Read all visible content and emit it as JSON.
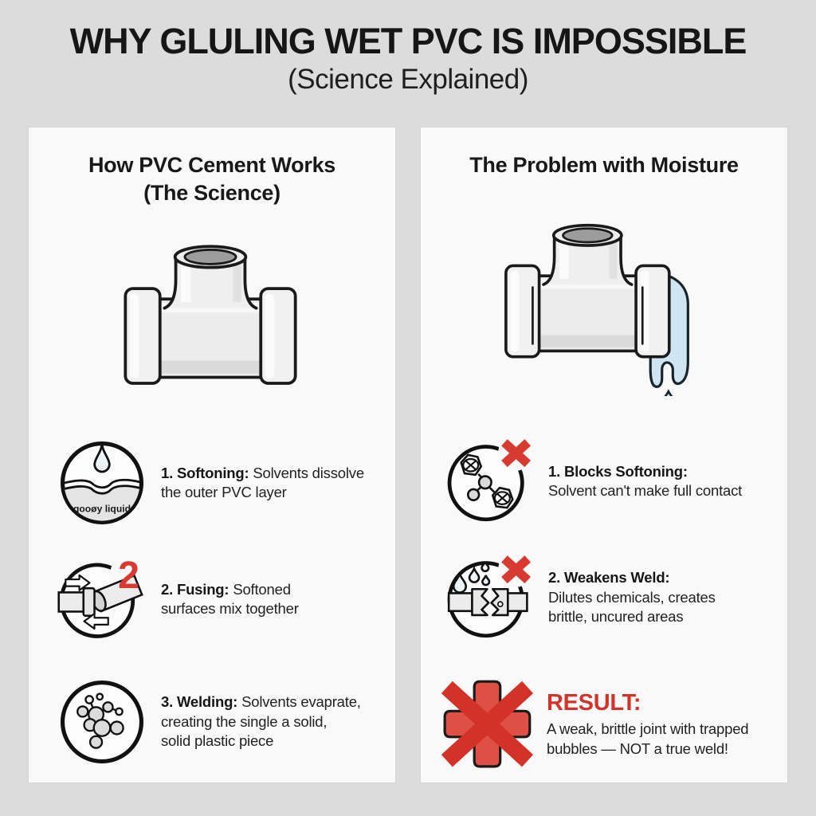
{
  "page": {
    "title": "WHY GLULING WET PVC IS IMPOSSIBLE",
    "subtitle": "(Science Explained)"
  },
  "colors": {
    "background": "#dcdcdc",
    "panel": "#f9f9f9",
    "ink": "#1a1a1a",
    "accent_red": "#d63a31",
    "water_blue": "#cfe6f2",
    "pipe_gray": "#ececec"
  },
  "left": {
    "heading_line1": "How PVC Cement Works",
    "heading_line2": "(The Science)",
    "illustration": "pvc-tee-fitting",
    "items": [
      {
        "icon": "glue-drop-icon",
        "icon_caption": "gooøy liquid",
        "label": "1. Softoning:",
        "line1": "Solvents dissolve",
        "line2": "the outer PVC layer"
      },
      {
        "icon": "pipes-fusing-icon",
        "badge": "2",
        "label": "2. Fusing:",
        "line1": "Softoned",
        "line2": "surfaces mix together"
      },
      {
        "icon": "polymer-molecule-icon",
        "label": "3. Welding:",
        "line1": "Solvents evaprate,",
        "line2": "creating the single a solid,",
        "line3": "solid plastic piece"
      }
    ]
  },
  "right": {
    "heading": "The Problem with Moisture",
    "illustration": "pvc-tee-fitting-dripping-water",
    "items": [
      {
        "icon": "blocked-molecules-icon",
        "label": "1. Blocks Softoning:",
        "line1": "Solvent can't make full contact"
      },
      {
        "icon": "wet-cracked-joint-icon",
        "label": "2. Weakens Weld:",
        "line1": "Dilutes chemicals, creates",
        "line2": "brittle, uncured areas"
      }
    ],
    "result": {
      "icon": "crossed-out-joint-icon",
      "label": "RESULT:",
      "line1": "A weak, brittle joint with trapped",
      "line2": "bubbles — NOT a true weld!"
    }
  }
}
